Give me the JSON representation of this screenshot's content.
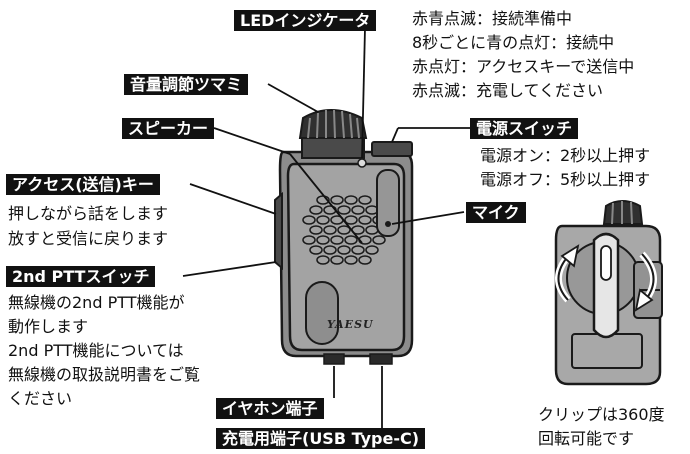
{
  "labels": {
    "led": "LEDインジケータ",
    "volume": "音量調節ツマミ",
    "speaker": "スピーカー",
    "power": "電源スイッチ",
    "access": "アクセス(送信)キー",
    "mic": "マイク",
    "ptt2": "2nd PTTスイッチ",
    "earphone": "イヤホン端子",
    "charge": "充電用端子(USB Type-C)"
  },
  "descriptions": {
    "led": [
      "赤青点滅：接続準備中",
      "8秒ごとに青の点灯：接続中",
      "赤点灯：アクセスキーで送信中",
      "赤点滅：充電してください"
    ],
    "power": [
      "電源オン：2秒以上押す",
      "電源オフ：5秒以上押す"
    ],
    "access": [
      "押しながら話をします",
      "放すと受信に戻ります"
    ],
    "ptt2": [
      "無線機の2nd PTT機能が",
      "動作します",
      "2nd PTT機能については",
      "無線機の取扱説明書をご覧",
      "ください"
    ],
    "clip": [
      "クリップは360度",
      "回転可能です"
    ]
  },
  "device": {
    "logo": "YAESU"
  },
  "colors": {
    "body": "#a3a3a3",
    "dark": "#3a3a3a",
    "outline": "#1a1a1a",
    "label_bg": "#111111"
  }
}
